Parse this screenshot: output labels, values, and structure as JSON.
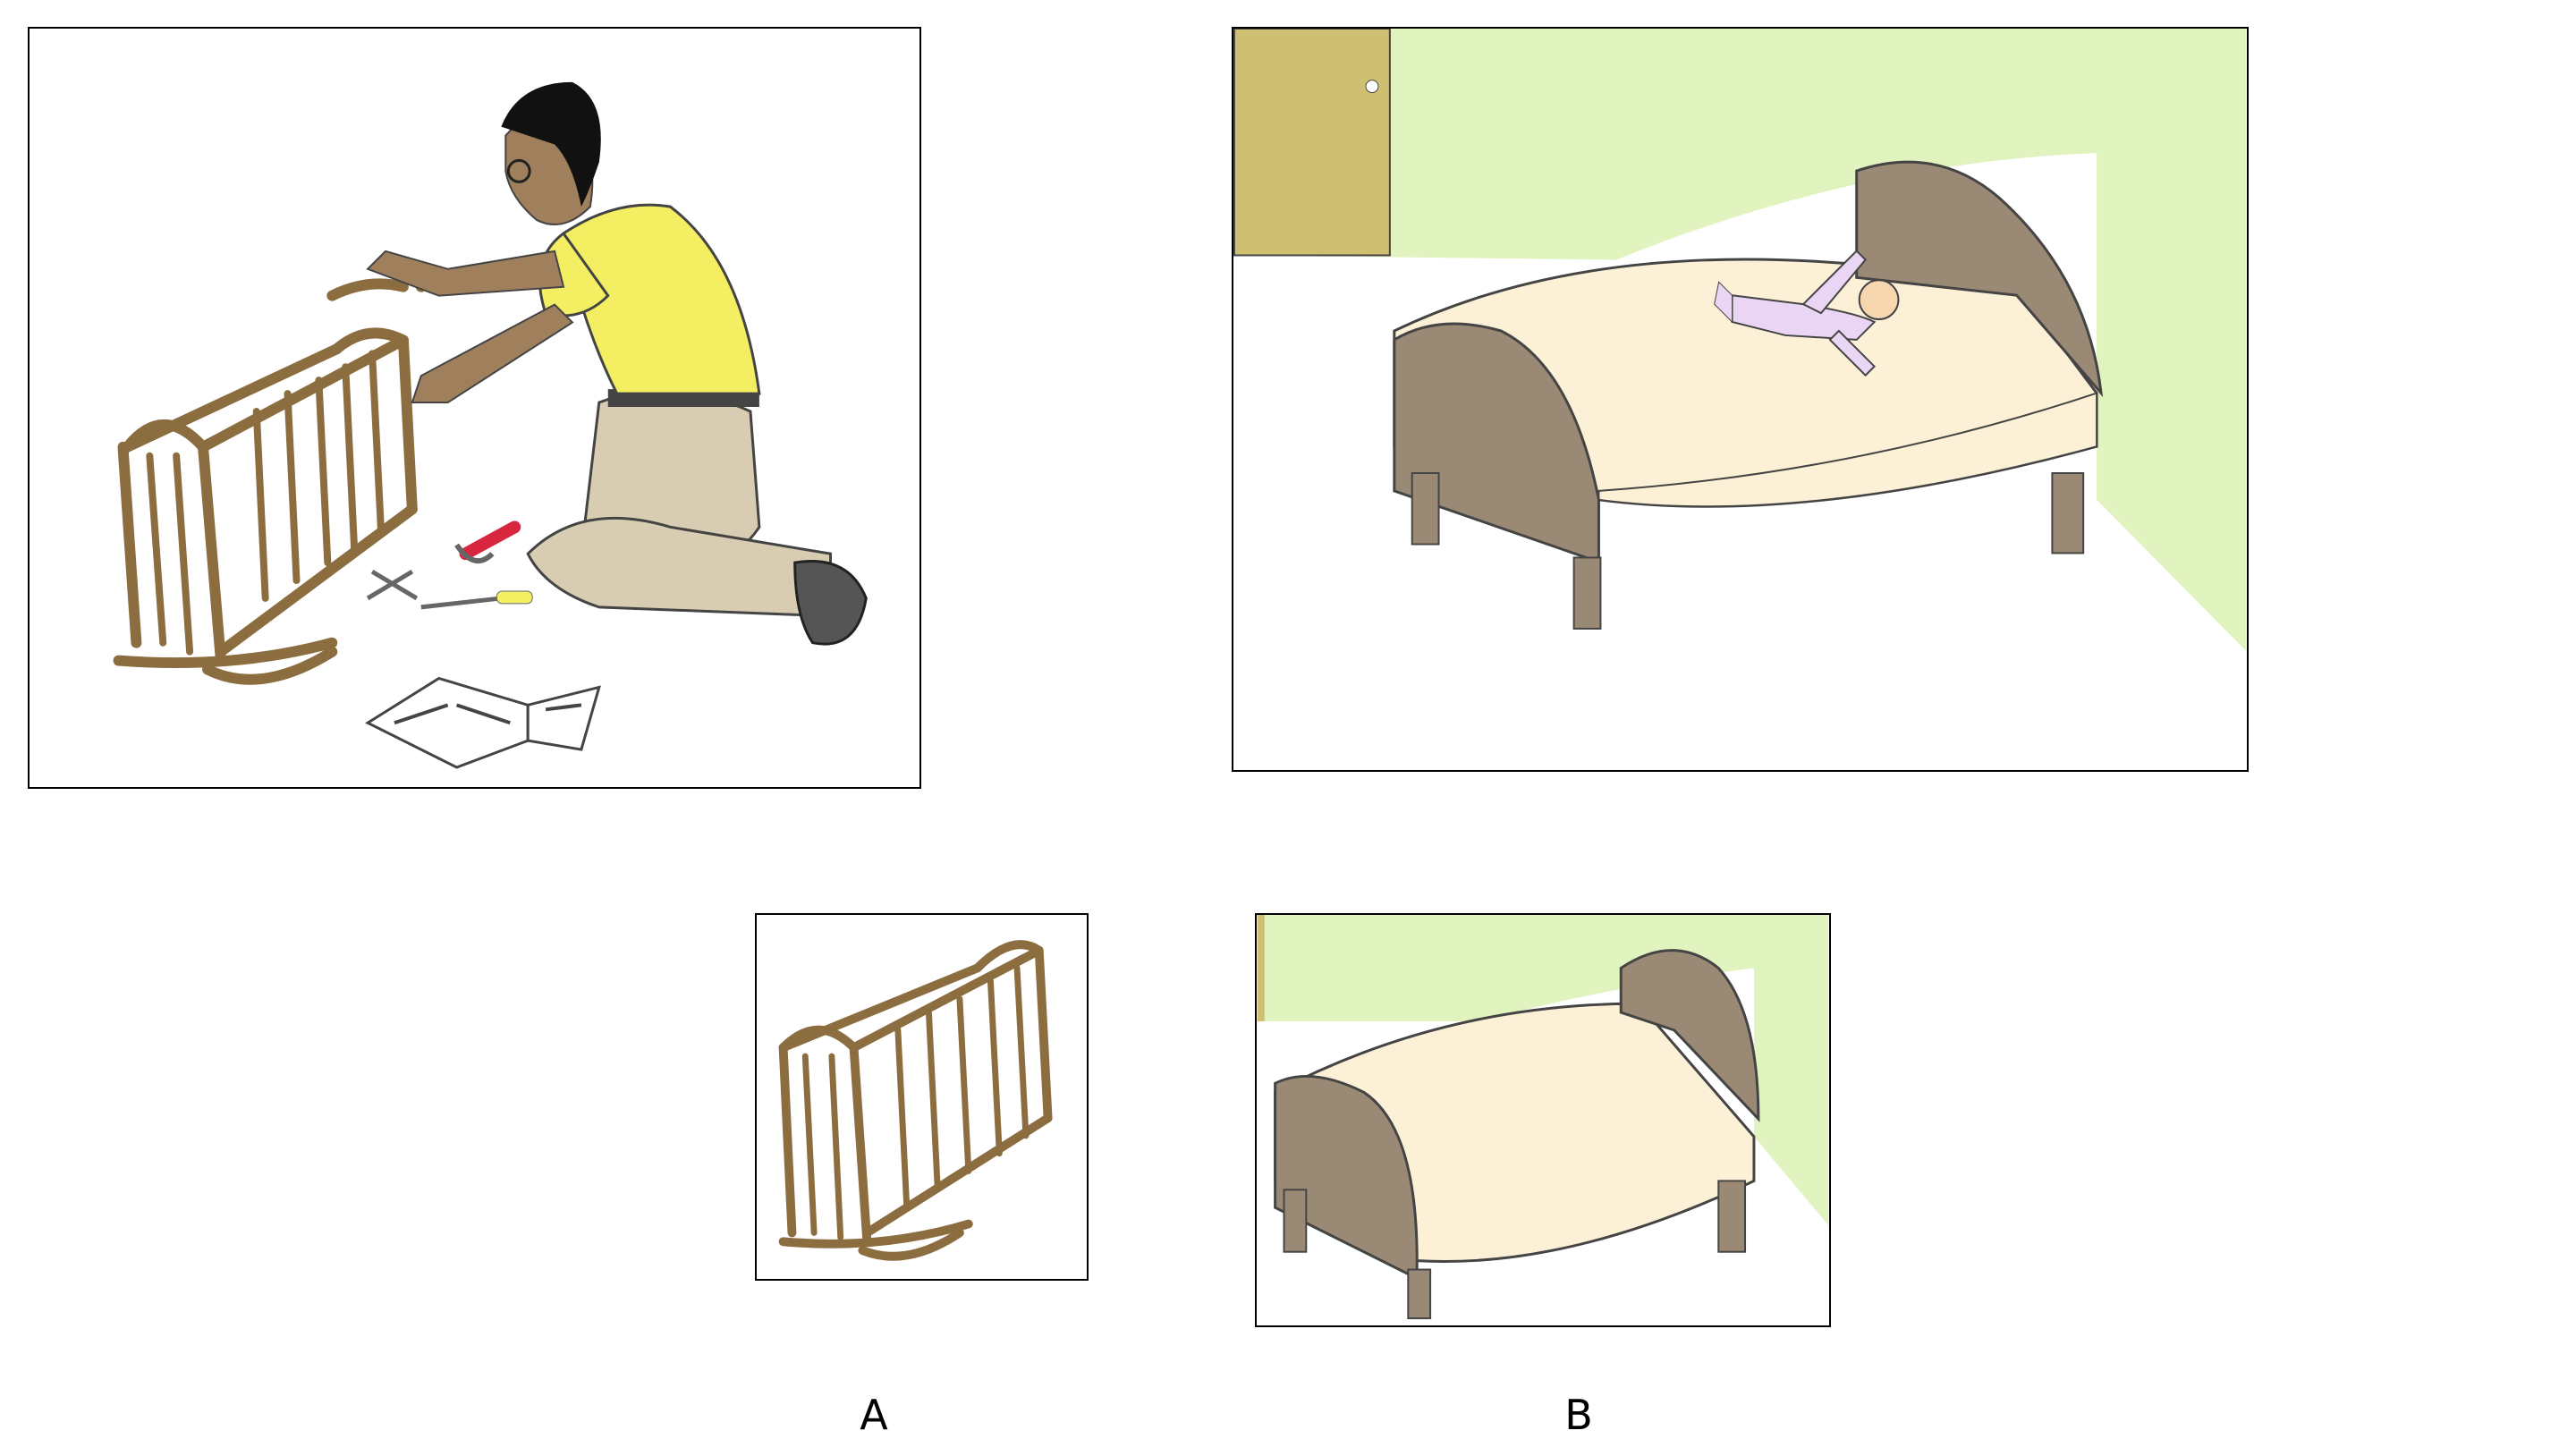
{
  "labels": {
    "a": "A",
    "b": "B"
  },
  "icons": {
    "top_left": "man-assembling-crib-illustration",
    "top_right": "baby-on-bed-illustration",
    "option_a": "crib-illustration",
    "option_b": "bed-illustration"
  },
  "colors": {
    "crib_wood": "#8b6d3f",
    "shirt": "#f4ee63",
    "pants": "#d8cdb2",
    "skin": "#a07f5d",
    "wall": "#e1f3bf",
    "door": "#cfbf70",
    "bed_wood": "#9a8a75",
    "mattress": "#fcf1d7",
    "baby_suit": "#ead5f4",
    "hammer_red": "#d7263d"
  }
}
